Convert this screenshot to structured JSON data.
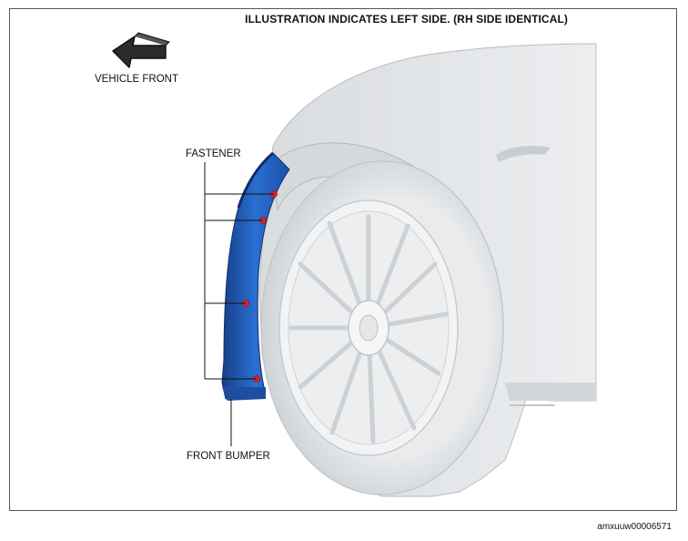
{
  "diagram": {
    "title": "ILLUSTRATION INDICATES LEFT SIDE. (RH SIDE IDENTICAL)",
    "direction_label": "VEHICLE FRONT",
    "fastener_label": "FASTENER",
    "bumper_label": "FRONT BUMPER",
    "figure_id": "amxuuw00006571"
  },
  "colors": {
    "bumper": "#1f5fbf",
    "fastener": "#d9232e",
    "body": "#e6e8ea"
  },
  "icons": {
    "direction_arrow": "arrow-left-icon"
  }
}
